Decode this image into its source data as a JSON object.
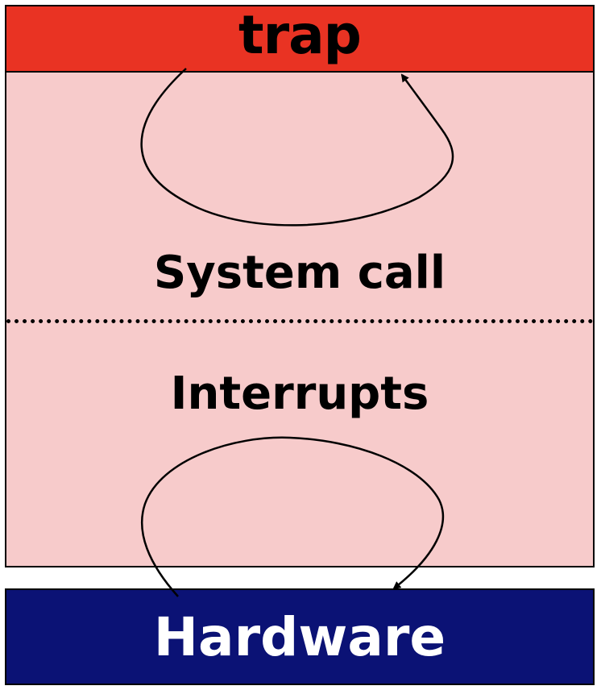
{
  "diagram": {
    "trap_label": "trap",
    "system_call_label": "System call",
    "interrupts_label": "Interrupts",
    "hardware_label": "Hardware",
    "colors": {
      "trap": "#e93323",
      "kernel": "#f7cbcb",
      "hardware": "#0b1275",
      "hardware_text": "#ffffff",
      "text": "#000000"
    }
  }
}
